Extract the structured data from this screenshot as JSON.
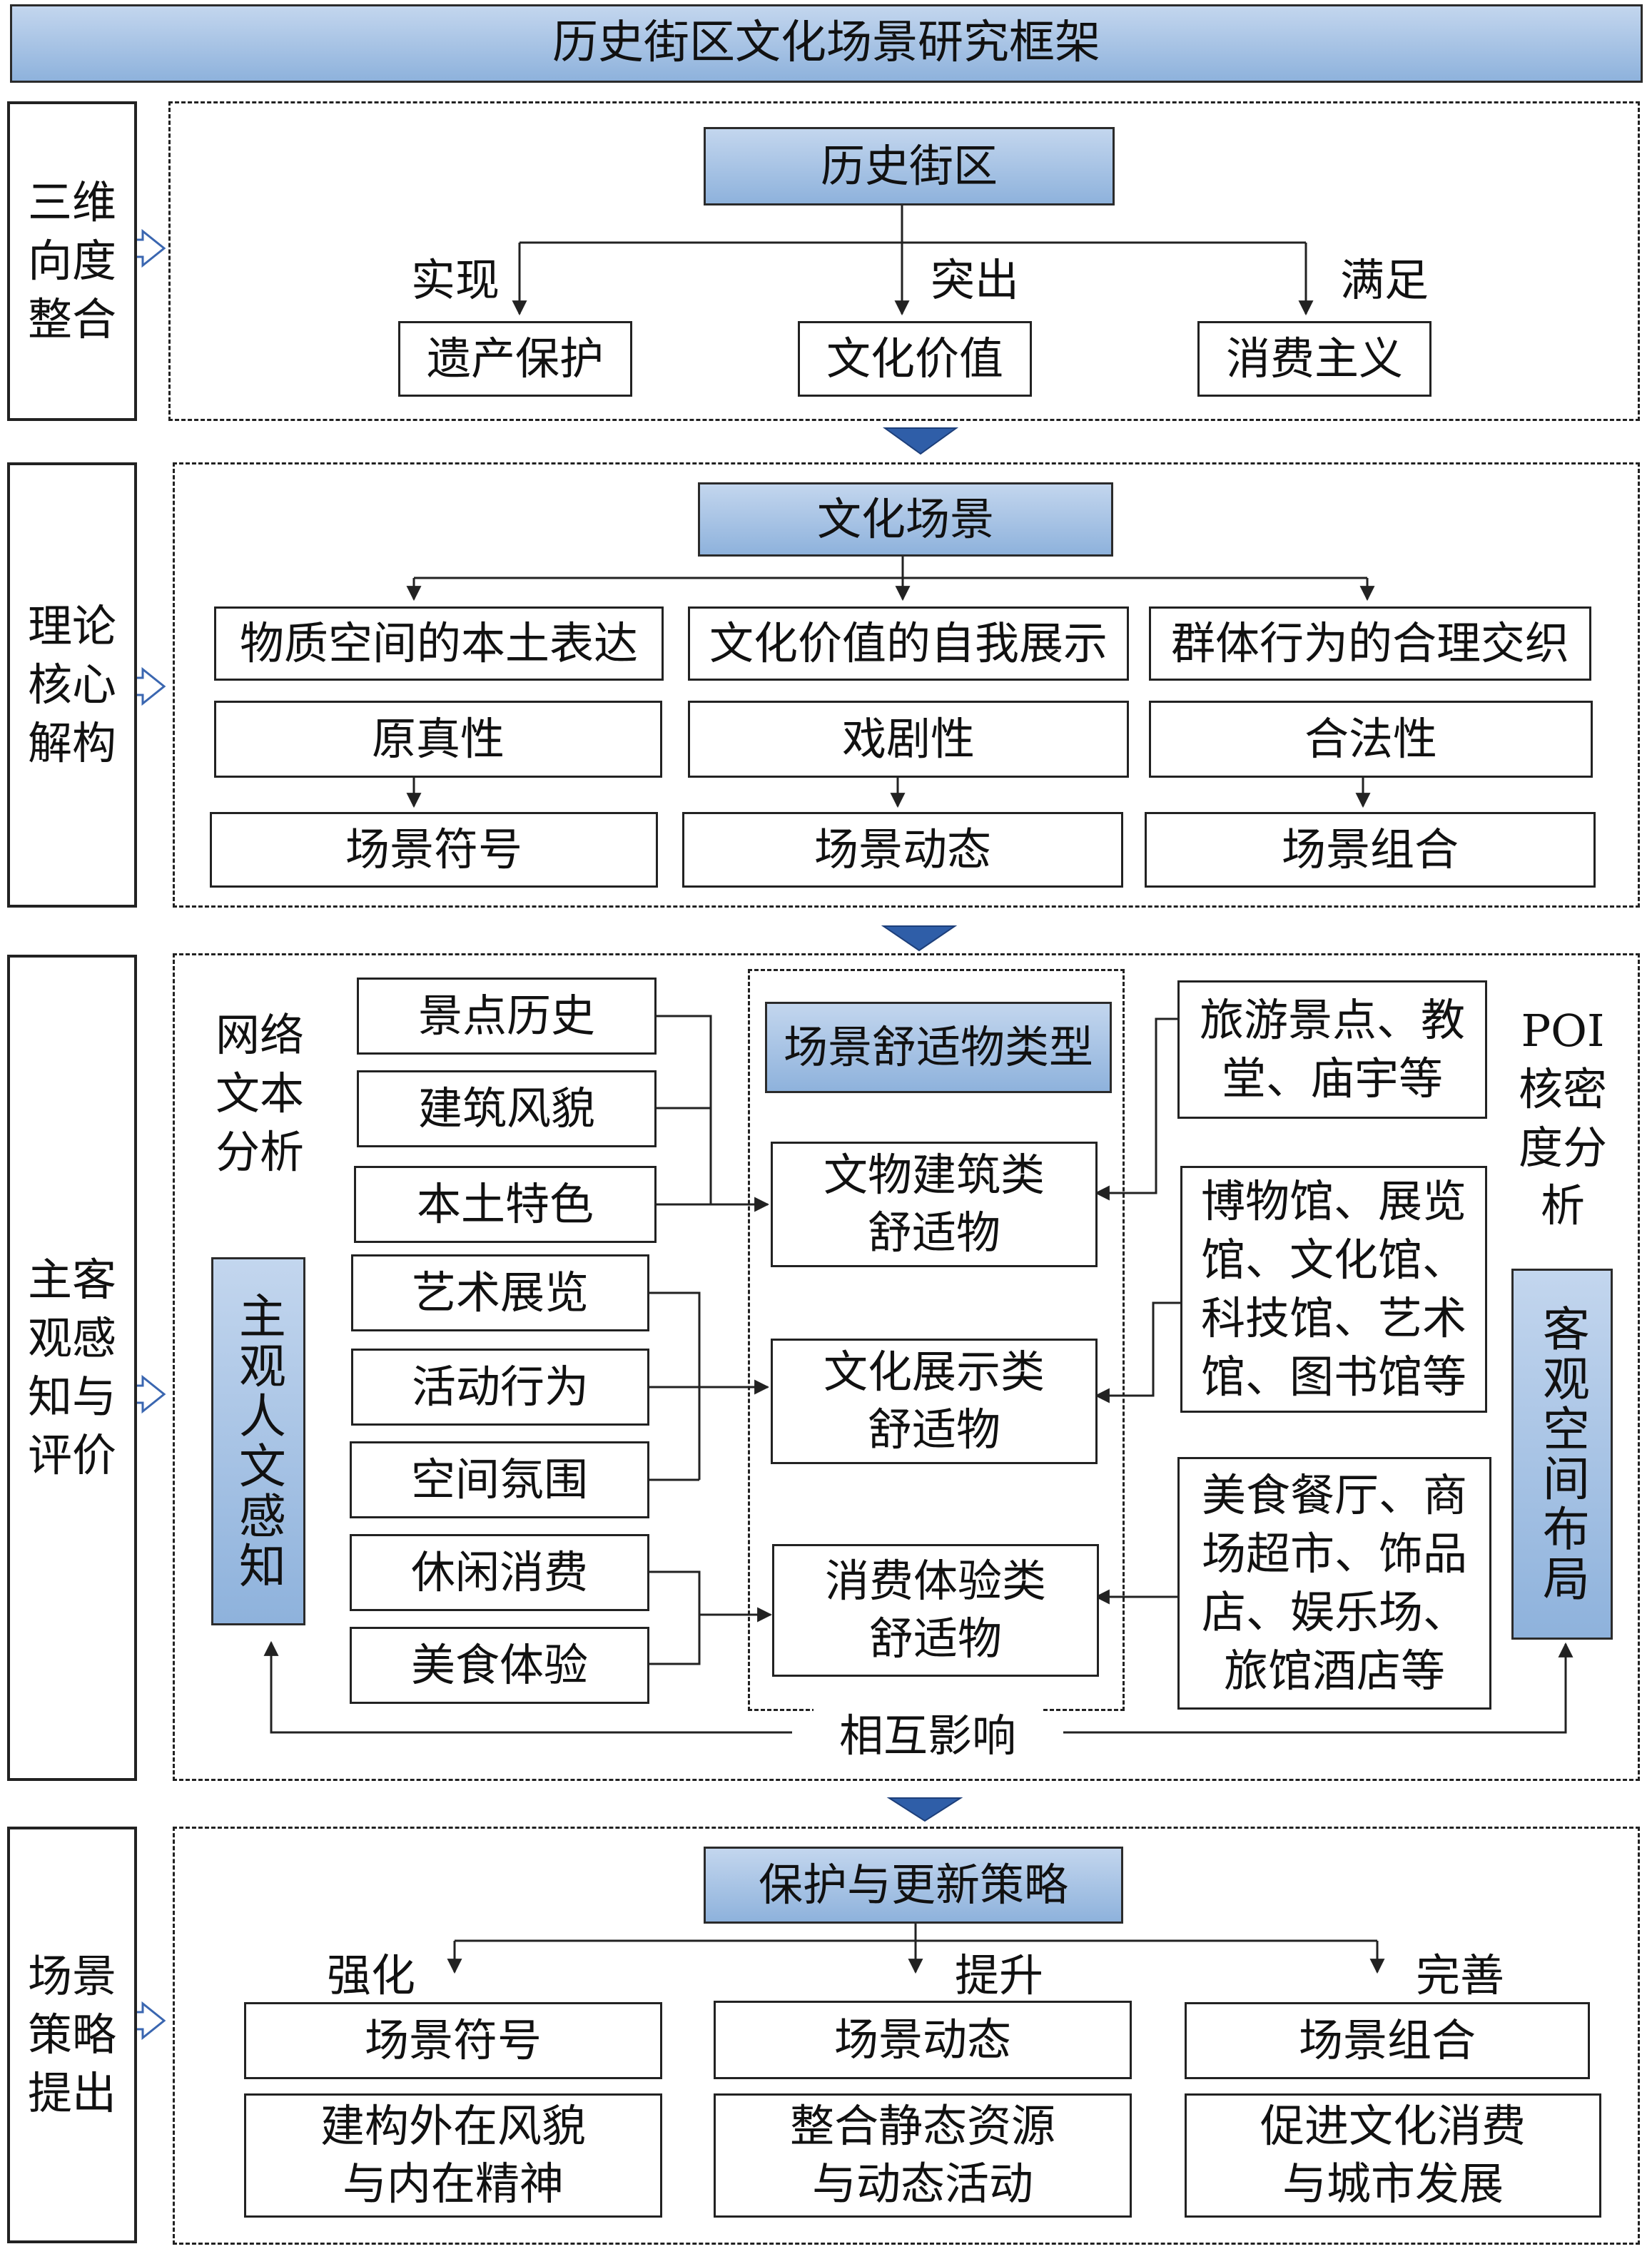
{
  "title": "历史街区文化场景研究框架",
  "stages": [
    {
      "label": "三维\n向度\n整合"
    },
    {
      "label": "理论\n核心\n解构"
    },
    {
      "label": "主客\n观感\n知与\n评价"
    },
    {
      "label": "场景\n策略\n提出"
    }
  ],
  "section1": {
    "root": "历史街区",
    "branches": [
      {
        "verb": "实现",
        "box": "遗产保护"
      },
      {
        "verb": "突出",
        "box": "文化价值"
      },
      {
        "verb": "满足",
        "box": "消费主义"
      }
    ]
  },
  "section2": {
    "root": "文化场景",
    "columns": [
      {
        "dimension": "物质空间的本土表达",
        "property": "原真性",
        "result": "场景符号"
      },
      {
        "dimension": "文化价值的自我展示",
        "property": "戏剧性",
        "result": "场景动态"
      },
      {
        "dimension": "群体行为的合理交织",
        "property": "合法性",
        "result": "场景组合"
      }
    ]
  },
  "section3": {
    "left_method": "网络\n文本\n分析",
    "left_bar": "主观人文感知",
    "perception_items": [
      "景点历史",
      "建筑风貌",
      "本土特色",
      "艺术展览",
      "活动行为",
      "空间氛围",
      "休闲消费",
      "美食体验"
    ],
    "center_header": "场景舒适物类型",
    "amenity_types": [
      "文物建筑类\n舒适物",
      "文化展示类\n舒适物",
      "消费体验类\n舒适物"
    ],
    "poi_lists": [
      "旅游景点、教\n堂、庙宇等",
      "博物馆、展览\n馆、文化馆、\n科技馆、艺术\n馆、图书馆等",
      "美食餐厅、商\n场超市、饰品\n店、娱乐场、\n旅馆酒店等"
    ],
    "right_method": "POI\n核密\n度分\n析",
    "right_bar": "客观空间布局",
    "interaction": "相互影响"
  },
  "section4": {
    "root": "保护与更新策略",
    "columns": [
      {
        "verb": "强化",
        "box": "场景符号",
        "desc": "建构外在风貌\n与内在精神"
      },
      {
        "verb": "提升",
        "box": "场景动态",
        "desc": "整合静态资源\n与动态活动"
      },
      {
        "verb": "完善",
        "box": "场景组合",
        "desc": "促进文化消费\n与城市发展"
      }
    ]
  },
  "colors": {
    "header_fill": "#a9c4e6",
    "stroke": "#222222",
    "arrow_blue": "#2f5ea8"
  }
}
